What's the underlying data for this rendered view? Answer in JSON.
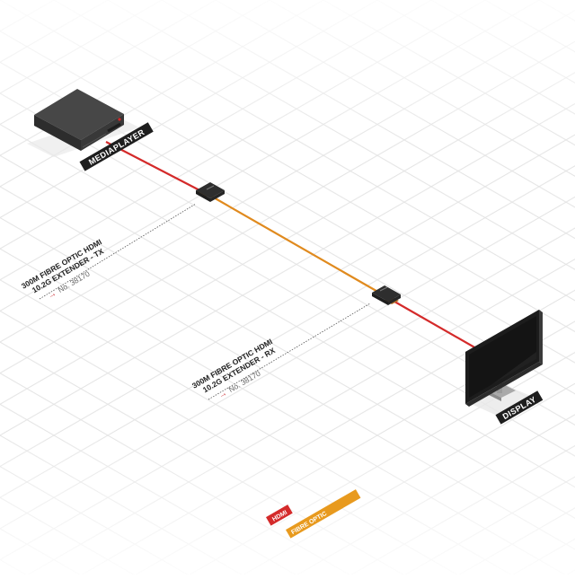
{
  "diagram": {
    "type": "isometric-connection-diagram",
    "background_color": "#ffffff",
    "grid_color": "#e6e6e6",
    "devices": {
      "source": {
        "label": "MEDIAPLAYER",
        "icon": "media-player-icon"
      },
      "transmitter": {
        "icon": "extender-tx-icon",
        "title_line1": "300M FIBRE OPTIC HDMI",
        "title_line2": "10.2G EXTENDER - TX",
        "part_number": "No. 38170",
        "arrow": "→"
      },
      "receiver": {
        "icon": "extender-rx-icon",
        "title_line1": "300M FIBRE OPTIC HDMI",
        "title_line2": "10.2G EXTENDER - RX",
        "part_number": "No. 38170",
        "arrow": "→"
      },
      "sink": {
        "label": "DISPLAY",
        "icon": "monitor-icon"
      }
    },
    "cables": [
      {
        "from": "MEDIAPLAYER",
        "to": "TX",
        "type": "HDMI",
        "color": "#d42a2a"
      },
      {
        "from": "TX",
        "to": "RX",
        "type": "FIBRE OPTIC",
        "color": "#e08a1e"
      },
      {
        "from": "RX",
        "to": "DISPLAY",
        "type": "HDMI",
        "color": "#d42a2a"
      }
    ],
    "legend": [
      {
        "label": "HDMI",
        "color": "#d42a2a"
      },
      {
        "label": "FIBRE OPTIC",
        "color": "#e89a1e"
      }
    ],
    "colors": {
      "hdmi": "#d42a2a",
      "fibre": "#e08a1e",
      "device_dark": "#3a3a3a",
      "label_bg": "#1e1e1e",
      "label_text": "#ffffff",
      "callout_text": "#222222",
      "part_number_text": "#666666",
      "arrow": "#c8242a"
    }
  }
}
